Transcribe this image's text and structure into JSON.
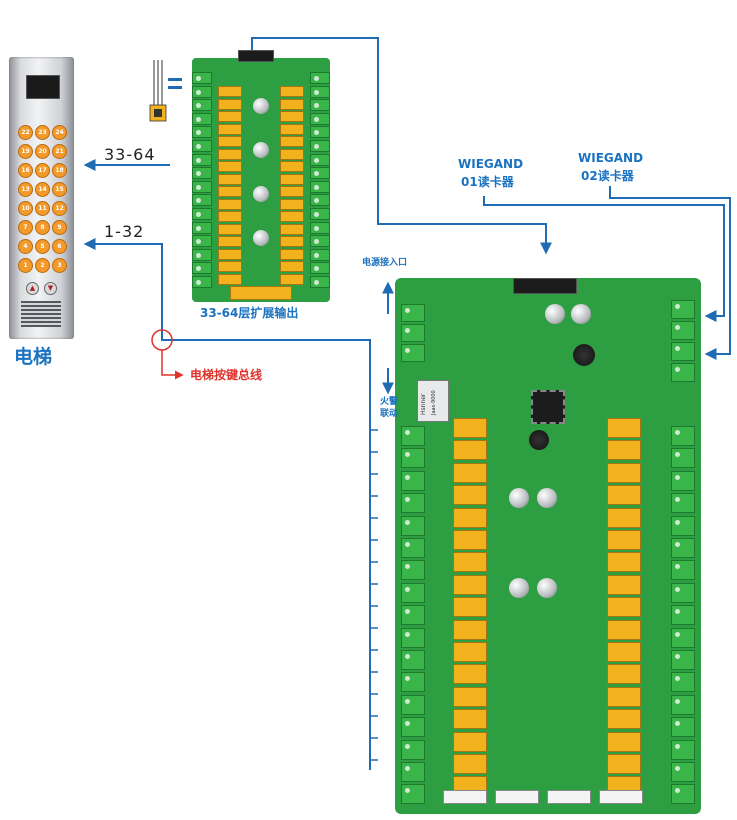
{
  "elevator": {
    "label": "电梯",
    "floor_buttons": [
      "22",
      "23",
      "24",
      "19",
      "20",
      "21",
      "16",
      "17",
      "18",
      "13",
      "14",
      "15",
      "10",
      "11",
      "12",
      "7",
      "8",
      "9",
      "4",
      "5",
      "6",
      "1",
      "2",
      "3"
    ]
  },
  "arrows": {
    "upper_range": "33-64",
    "lower_range": "1-32"
  },
  "expansion_board": {
    "caption": "33-64层扩展输出"
  },
  "main_board": {
    "wiegand1_title": "WIEGAND",
    "wiegand1_sub": "01读卡器",
    "wiegand2_title": "WIEGAND",
    "wiegand2_sub": "02读卡器",
    "power_label": "电源接入口",
    "fire_label_1": "火警",
    "fire_label_2": "联动",
    "chip_label_1": "Hsnner",
    "chip_label_2": "Jaas-9000"
  },
  "bus_label": "电梯按键总线",
  "colors": {
    "wire_blue": "#1f6cb5",
    "label_blue": "#1b72c0",
    "bus_red": "#e0322b",
    "pcb_green": "#2e9e43",
    "relay_yellow": "#f2b21e",
    "terminal_green": "#3ab54a"
  }
}
